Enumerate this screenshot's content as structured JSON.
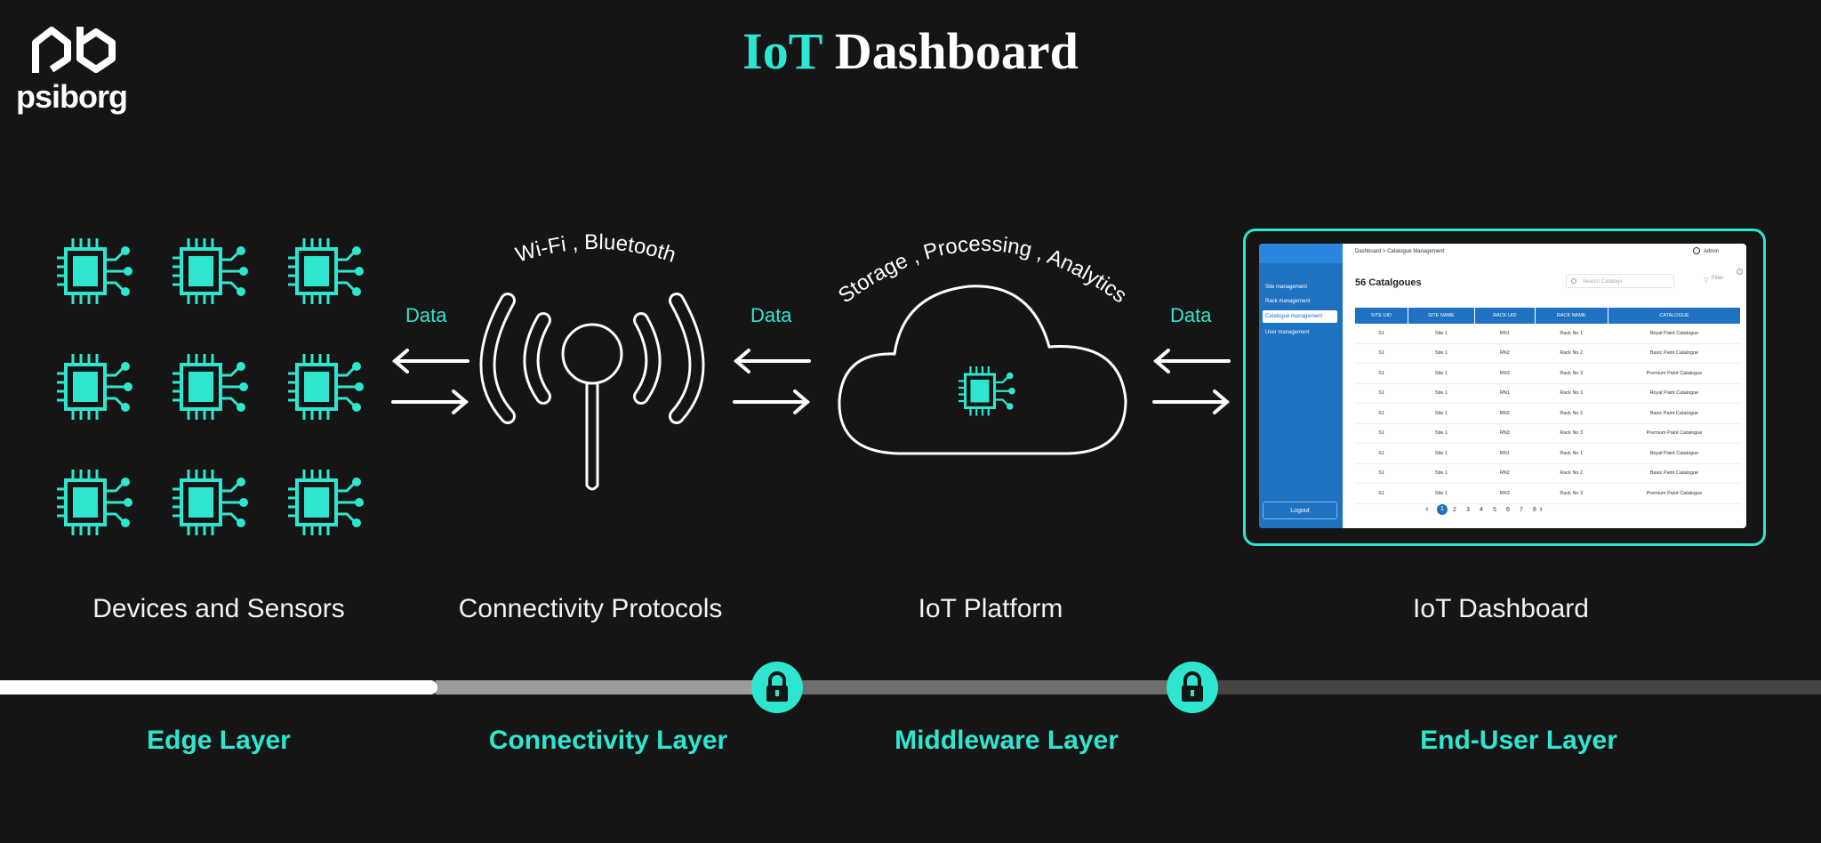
{
  "header": {
    "title_part1": "IoT",
    "title_part2": "Dashboard"
  },
  "brand": {
    "name": "psiborg",
    "logo_mark": "pb"
  },
  "colors": {
    "accent": "#2ee6d0",
    "background": "#151515",
    "dashboard_blue": "#1f72c2"
  },
  "stages": [
    {
      "label": "Devices and Sensors"
    },
    {
      "label": "Connectivity Protocols"
    },
    {
      "label": "IoT Platform"
    },
    {
      "label": "IoT Dashboard"
    }
  ],
  "annotations": {
    "protocols": "Wi-Fi , Bluetooth",
    "platform": "Storage , Processing , Analytics",
    "data": "Data"
  },
  "layers": [
    {
      "label": "Edge Layer"
    },
    {
      "label": "Connectivity Layer"
    },
    {
      "label": "Middleware Layer"
    },
    {
      "label": "End-User Layer"
    }
  ],
  "progress": {
    "fill_fraction": 0.24,
    "icon": "lock-icon"
  },
  "dashboard": {
    "breadcrumb": "Dashboard > Catalogue Management",
    "user": "Admin",
    "count_label": "56 Catalgoues",
    "search_placeholder": "Search Catalogs",
    "filter_label": "Filter",
    "info": "i",
    "logout": "Logout",
    "sidebar": [
      {
        "label": "Site management"
      },
      {
        "label": "Rack management"
      },
      {
        "label": "Catalogue management"
      },
      {
        "label": "User management"
      }
    ],
    "columns": [
      "SITE UID",
      "SITE NAME",
      "RACK UID",
      "RACK NAME",
      "CATALOGUE"
    ],
    "rows": [
      [
        "S1",
        "Site 1",
        "RN1",
        "Rack No 1",
        "Royal Paint Catalogue"
      ],
      [
        "S1",
        "Site 1",
        "RN2",
        "Rack No 2",
        "Basic Paint Catalogue"
      ],
      [
        "S1",
        "Site 1",
        "RN3",
        "Rack No 3",
        "Premium Paint Catalogue"
      ],
      [
        "S1",
        "Site 1",
        "RN1",
        "Rack No 1",
        "Royal Paint Catalogue"
      ],
      [
        "S1",
        "Site 1",
        "RN2",
        "Rack No 2",
        "Basic Paint Catalogue"
      ],
      [
        "S1",
        "Site 1",
        "RN3",
        "Rack No 3",
        "Premium Paint Catalogue"
      ],
      [
        "S1",
        "Site 1",
        "RN1",
        "Rack No 1",
        "Royal Paint Catalogue"
      ],
      [
        "S1",
        "Site 1",
        "RN2",
        "Rack No 2",
        "Basic Paint Catalogue"
      ],
      [
        "S1",
        "Site 1",
        "RN3",
        "Rack No 3",
        "Premium Paint Catalogue"
      ]
    ],
    "pagination": {
      "prev": "‹",
      "next": "›",
      "pages": [
        "1",
        "2",
        "3",
        "4",
        "5",
        "6",
        "7",
        "8"
      ],
      "current": "1"
    }
  }
}
